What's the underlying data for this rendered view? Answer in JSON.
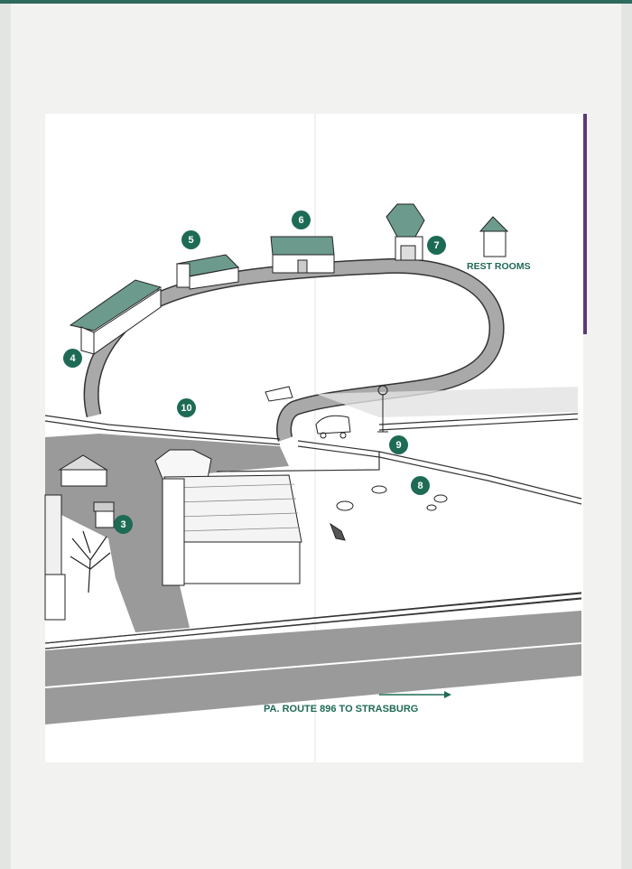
{
  "map": {
    "road_label": "PA. ROUTE 896 TO STRASBURG",
    "rest_rooms_label": "REST ROOMS",
    "stops": [
      {
        "number": "3"
      },
      {
        "number": "4"
      },
      {
        "number": "5"
      },
      {
        "number": "6"
      },
      {
        "number": "7"
      },
      {
        "number": "8"
      },
      {
        "number": "9"
      },
      {
        "number": "10"
      }
    ]
  },
  "colors": {
    "marker": "#1e6b55",
    "label_text": "#1f6a57",
    "road": "#9a9a9a",
    "path": "#a9a9a9",
    "page": "#ffffff",
    "edge_accent": "#5b3a7a"
  }
}
